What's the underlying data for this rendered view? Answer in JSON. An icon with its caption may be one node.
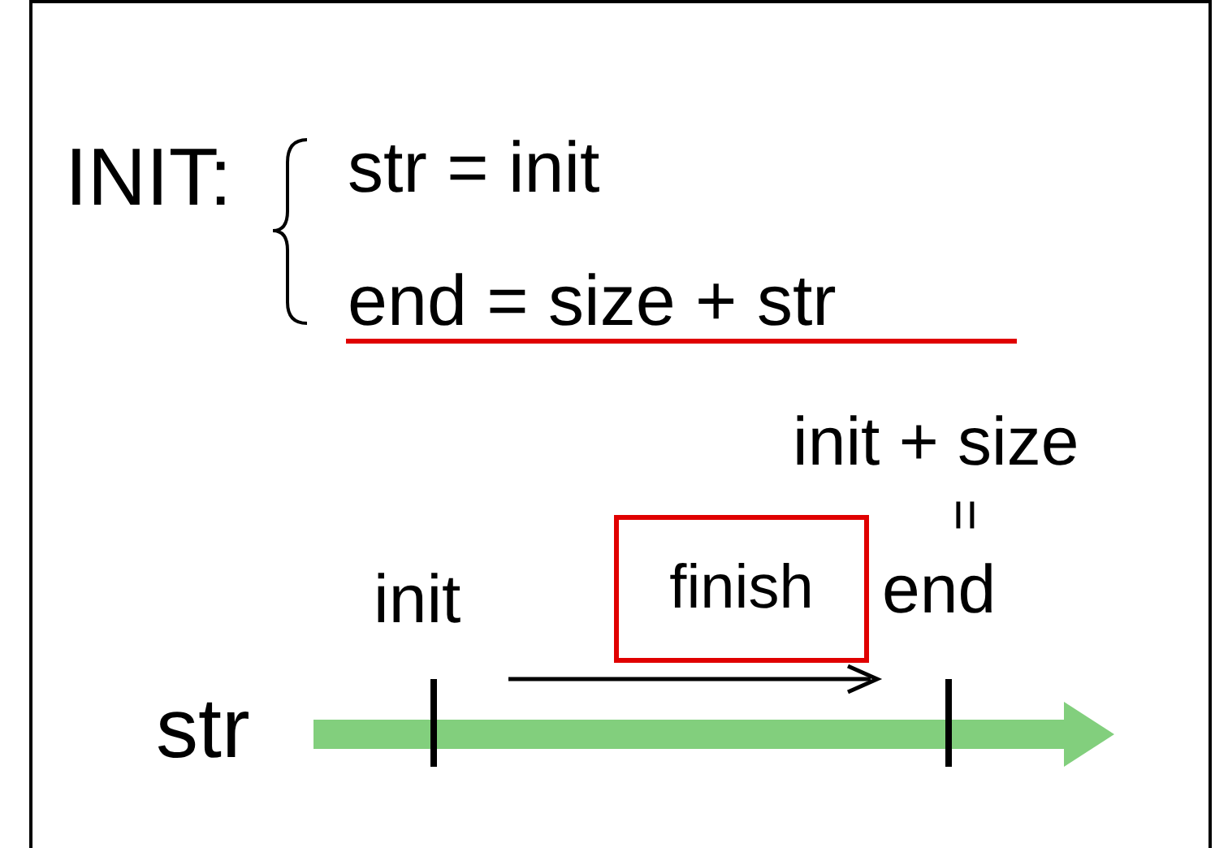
{
  "diagram": {
    "nodes": [
      {
        "text": [
          "finish"
        ]
      }
    ],
    "labels": [
      "INIT:",
      "str = init",
      "end = size + str",
      "init + size",
      "=",
      "end",
      "init",
      "str"
    ]
  }
}
